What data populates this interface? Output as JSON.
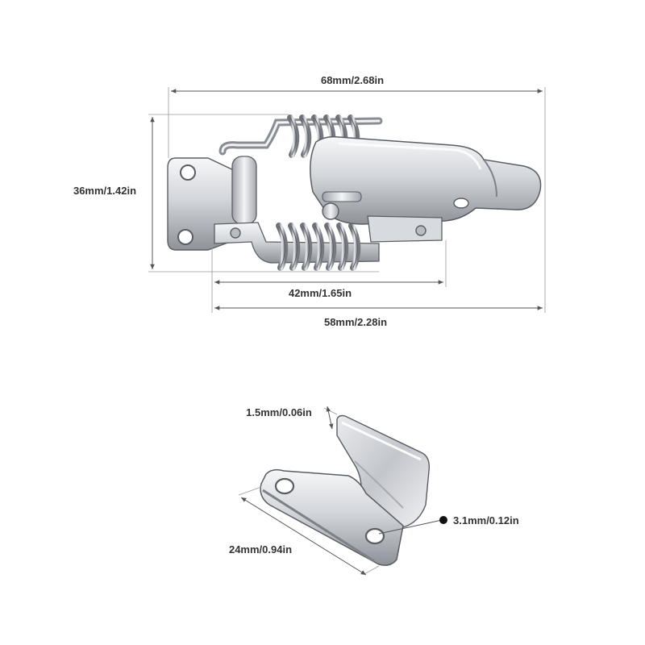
{
  "dimensions": {
    "latch": {
      "overall_length": "68mm/2.68in",
      "height": "36mm/1.42in",
      "hole_span": "42mm/1.65in",
      "body_length": "58mm/2.28in"
    },
    "catch_plate": {
      "thickness": "1.5mm/0.06in",
      "width": "24mm/0.94in",
      "hole_diameter": "3.1mm/0.12in"
    }
  },
  "colors": {
    "metal_light": "#f2f3f5",
    "metal_mid": "#c4c7cc",
    "metal_dark": "#7d8188",
    "outline": "#5a5e64",
    "dimension_line": "#555555",
    "label_text": "#333333"
  }
}
